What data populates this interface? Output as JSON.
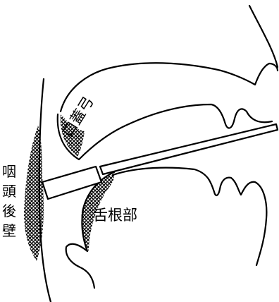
{
  "labels": {
    "soft_palate": "口蓋弓",
    "tongue_root": "舌根部",
    "posterior_pharyngeal_wall": [
      "咽",
      "頭",
      "後",
      "壁"
    ]
  },
  "colors": {
    "ink": "#000000",
    "background": "#ffffff"
  }
}
